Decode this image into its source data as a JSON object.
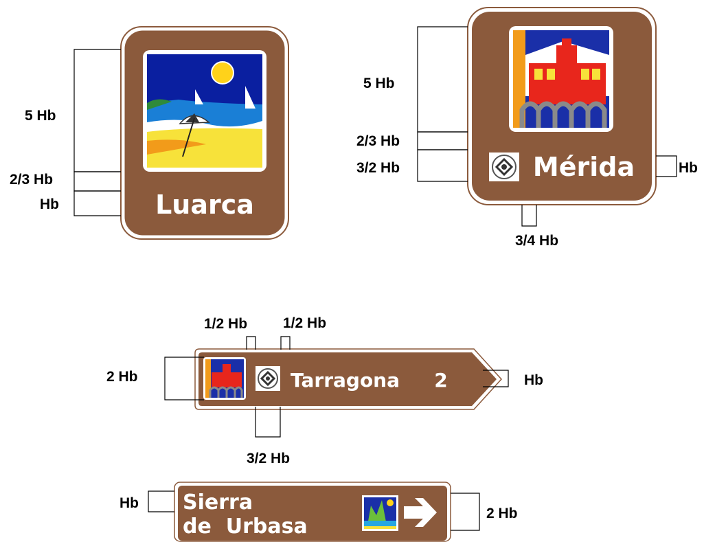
{
  "colors": {
    "sign_brown": "#8b5a3c",
    "sign_border": "#ffffff",
    "outline": "#8b5a3c",
    "sky_blue": "#0a1fa0",
    "sea_blue": "#1a7fd6",
    "sand_yellow": "#f7e23a",
    "sun_yellow": "#ffd21a",
    "monument_red": "#e8261c",
    "arch_grey": "#8a8a8a",
    "lake_blue": "#27a7e0",
    "tree_green": "#6cbf3a"
  },
  "signs": {
    "luarca": {
      "name": "Luarca",
      "pictogram": "beach-umbrella-sailboats-pictogram",
      "dims": {
        "height_pictogram": "5 Hb",
        "gap": "2/3 Hb",
        "text": "Hb"
      }
    },
    "merida": {
      "name": "Mérida",
      "pictogram": "roman-monument-pictogram",
      "emblem": "world-heritage-emblem",
      "dims": {
        "height_pictogram": "5 Hb",
        "gap": "2/3 Hb",
        "emblem": "3/2 Hb",
        "text_right": "Hb",
        "bottom_margin": "3/4 Hb"
      }
    },
    "tarragona": {
      "name": "Tarragona",
      "distance": "2",
      "pictogram": "roman-monument-pictogram",
      "emblem": "world-heritage-emblem",
      "dims": {
        "height": "2 Hb",
        "margin_left": "1/2 Hb",
        "margin_between": "1/2 Hb",
        "emblem": "3/2 Hb",
        "text_right": "Hb"
      }
    },
    "urbasa": {
      "line1": "Sierra",
      "line2": "de  Urbasa",
      "pictogram": "natural-park-pictogram",
      "arrow": "right-arrow-icon",
      "dims": {
        "text_left": "Hb",
        "height_right": "2 Hb"
      }
    }
  }
}
